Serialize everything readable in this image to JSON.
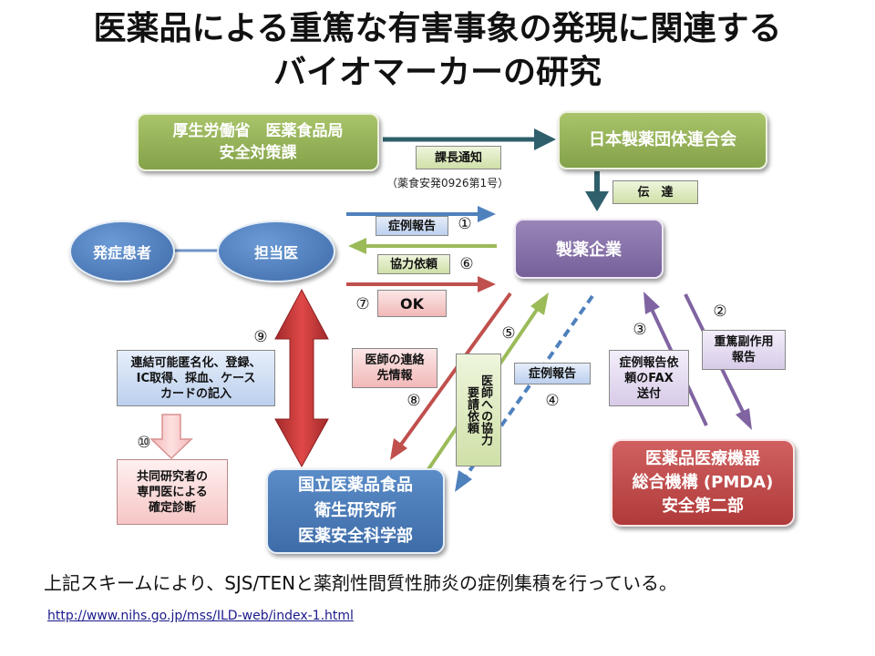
{
  "title": {
    "line1": "医薬品による重篤な有害事象の発現に関連する",
    "line2": "バイオマーカーの研究"
  },
  "nodes": {
    "mhlw": {
      "line1": "厚生労働省　医薬食品局",
      "line2": "安全対策課"
    },
    "fpmaj": "日本製薬団体連合会",
    "patient": "発症患者",
    "doctor": "担当医",
    "company": "製薬企業",
    "nihs": {
      "line1": "国立医薬品食品",
      "line2": "衛生研究所",
      "line3": "医薬安全科学部"
    },
    "pmda": {
      "line1": "医薬品医療機器",
      "line2": "総合機構 (PMDA)",
      "line3": "安全第二部"
    }
  },
  "labels": {
    "notice": "課長通知",
    "notice_ref": "（薬食安発0926第1号）",
    "transmit": "伝　達",
    "case_report_1": "症例報告",
    "coop_request": "協力依頼",
    "ok": "OK",
    "anonymize": {
      "line1": "連結可能匿名化、登録、",
      "line2": "IC取得、採血、ケース",
      "line3": "カードの記入"
    },
    "specialist": {
      "line1": "共同研究者の",
      "line2": "専門医による",
      "line3": "確定診断"
    },
    "doctor_contact": {
      "line1": "医師の連絡",
      "line2": "先情報"
    },
    "doctor_coop": {
      "col1": "医師への協力",
      "col2": "要請依頼"
    },
    "case_report_4": "症例報告",
    "fax": {
      "line1": "症例報告依",
      "line2": "頼のFAX",
      "line3": "送付"
    },
    "serious_adr": {
      "line1": "重篤副作用",
      "line2": "報告"
    }
  },
  "numbers": {
    "n1": "①",
    "n2": "②",
    "n3": "③",
    "n4": "④",
    "n5": "⑤",
    "n6": "⑥",
    "n7": "⑦",
    "n8": "⑧",
    "n9": "⑨",
    "n10": "⑩"
  },
  "footer": "上記スキームにより、SJS/TENと薬剤性間質性肺炎の症例集積を行っている。",
  "url": "http://www.nihs.go.jp/mss/ILD-web/index-1.html",
  "colors": {
    "teal": "#2e5f6b",
    "blue": "#4f81bd",
    "green": "#9bbb59",
    "red": "#c0504d",
    "purple": "#8064a2",
    "line": "#6f93c6"
  }
}
